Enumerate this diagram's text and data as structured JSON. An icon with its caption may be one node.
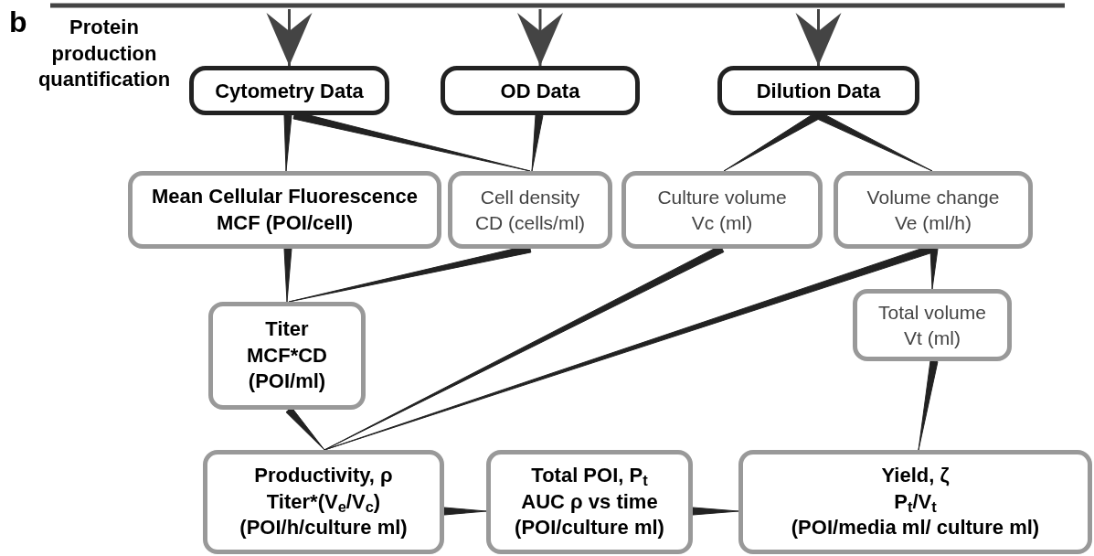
{
  "diagram": {
    "title": "Protein production quantification",
    "nodes": [
      {
        "text": [
          "Cytometry Data"
        ]
      },
      {
        "text": [
          "OD Data"
        ]
      },
      {
        "text": [
          "Dilution Data"
        ]
      },
      {
        "text": [
          "Mean Cellular Fluorescence",
          "MCF (POI/cell)"
        ]
      },
      {
        "text": [
          "Cell density",
          "CD (cells/ml)"
        ]
      },
      {
        "text": [
          "Culture volume",
          "Vc (ml)"
        ]
      },
      {
        "text": [
          "Volume change",
          "Ve (ml/h)"
        ]
      },
      {
        "text": [
          "Titer",
          "MCF*CD",
          "(POI/ml)"
        ]
      },
      {
        "text": [
          "Total volume",
          "Vt (ml)"
        ]
      },
      {
        "text": [
          "Productivity, ρ",
          "Titer*(V$_{e}$/V$_{c}$)",
          "(POI/h/culture ml)"
        ]
      },
      {
        "text": [
          "Total POI, P$_{t}$",
          "AUC ρ vs time",
          "(POI/culture ml)"
        ]
      },
      {
        "text": [
          "Yield, ζ",
          "P$_{t}$/V$_{t}$",
          "(POI/media ml/ culture ml)"
        ]
      }
    ],
    "edges": [
      {
        "from": null,
        "to": 0,
        "arrow": "to"
      },
      {
        "from": null,
        "to": 1,
        "arrow": "to"
      },
      {
        "from": null,
        "to": 2,
        "arrow": "to"
      },
      {
        "from": 0,
        "to": 3,
        "arrow": "none"
      },
      {
        "from": 0,
        "to": 4,
        "arrow": "none"
      },
      {
        "from": 1,
        "to": 4,
        "arrow": "none"
      },
      {
        "from": 2,
        "to": 5,
        "arrow": "none"
      },
      {
        "from": 2,
        "to": 6,
        "arrow": "none"
      },
      {
        "from": 3,
        "to": 7,
        "arrow": "none"
      },
      {
        "from": 4,
        "to": 7,
        "arrow": "none"
      },
      {
        "from": 5,
        "to": 9,
        "arrow": "none"
      },
      {
        "from": 6,
        "to": 9,
        "arrow": "none"
      },
      {
        "from": 6,
        "to": 8,
        "arrow": "none"
      },
      {
        "from": 7,
        "to": 9,
        "arrow": "none"
      },
      {
        "from": 8,
        "to": 11,
        "arrow": "none"
      },
      {
        "from": 9,
        "to": 10,
        "arrow": "none"
      },
      {
        "from": 10,
        "to": 11,
        "arrow": "none"
      }
    ],
    "labels": [
      "b"
    ]
  }
}
